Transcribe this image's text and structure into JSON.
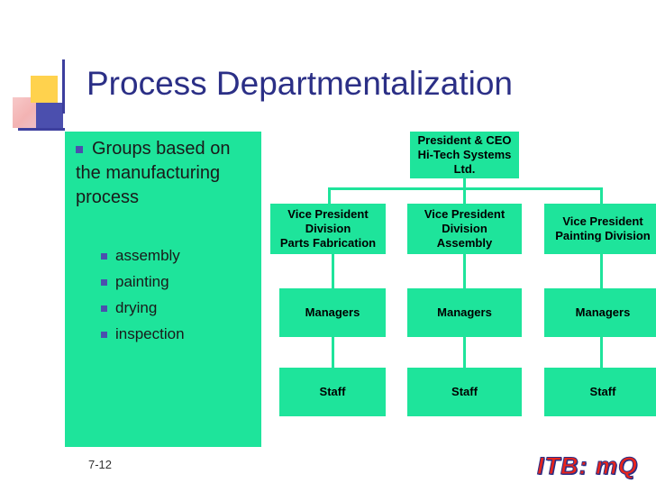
{
  "slide": {
    "title": "Process Departmentalization",
    "page_number": "7-12",
    "logo_text": "ITB: mQ",
    "accent_color": "#1ee49b",
    "title_color": "#2b2f86",
    "bullet_color": "#4b4fae"
  },
  "content": {
    "main_bullet": "Groups based on the manufacturing process",
    "sub_bullets": [
      "assembly",
      "painting",
      "drying",
      "inspection"
    ]
  },
  "org_chart": {
    "ceo": "President & CEO\nHi-Tech Systems Ltd.",
    "ceo_line1": "President & CEO",
    "ceo_line2": "Hi-Tech Systems",
    "ceo_line3": "Ltd.",
    "branches": [
      {
        "vp_line1": "Vice President",
        "vp_line2": "Division",
        "vp_line3": "Parts Fabrication",
        "manager": "Managers",
        "staff": "Staff"
      },
      {
        "vp_line1": "Vice President",
        "vp_line2": "Division",
        "vp_line3": "Assembly",
        "manager": "Managers",
        "staff": "Staff"
      },
      {
        "vp_line1": "Vice President",
        "vp_line2": "Painting Division",
        "vp_line3": "",
        "manager": "Managers",
        "staff": "Staff"
      }
    ]
  }
}
